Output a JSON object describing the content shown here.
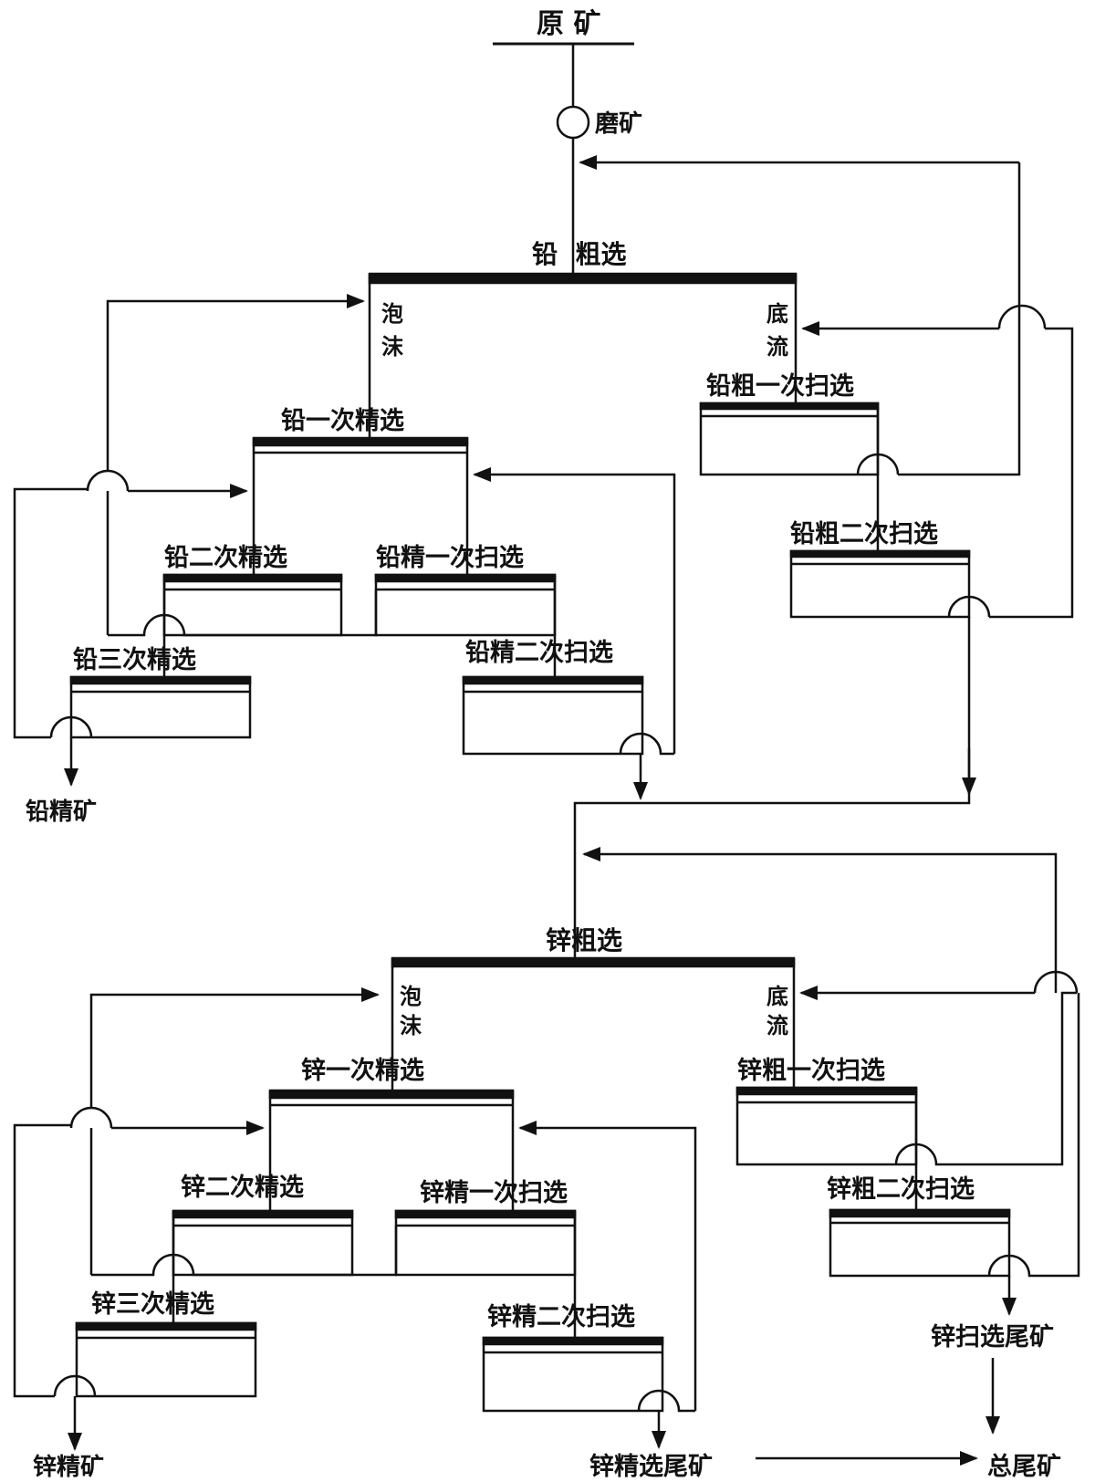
{
  "header": {
    "feed": "原 矿",
    "grinding": "磨矿"
  },
  "lead": {
    "rougher": "铅  粗选",
    "froth": "泡",
    "froth2": "沫",
    "underflow": "底",
    "underflow2": "流",
    "cleaner1": "铅一次精选",
    "cleaner2": "铅二次精选",
    "cleaner3": "铅三次精选",
    "cleaner_scav1": "铅精一次扫选",
    "cleaner_scav2": "铅精二次扫选",
    "rougher_scav1": "铅粗一次扫选",
    "rougher_scav2": "铅粗二次扫选",
    "concentrate": "铅精矿"
  },
  "zinc": {
    "rougher": "锌粗选",
    "froth": "泡",
    "froth2": "沫",
    "underflow": "底",
    "underflow2": "流",
    "cleaner1": "锌一次精选",
    "cleaner2": "锌二次精选",
    "cleaner3": "锌三次精选",
    "cleaner_scav1": "锌精一次扫选",
    "cleaner_scav2": "锌精二次扫选",
    "rougher_scav1": "锌粗一次扫选",
    "rougher_scav2": "锌粗二次扫选",
    "concentrate": "锌精矿",
    "scav_tailings": "锌扫选尾矿",
    "cleaner_tailings": "锌精选尾矿"
  },
  "final": {
    "total_tailings": "总尾矿"
  },
  "colors": {
    "ink": "#111111",
    "background": "#ffffff"
  }
}
